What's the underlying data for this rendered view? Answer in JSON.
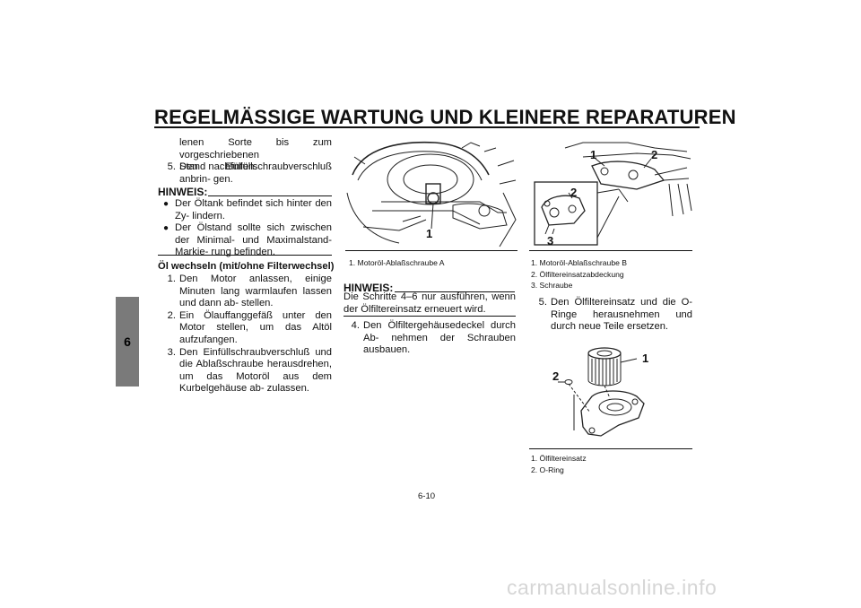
{
  "header": {
    "title": "REGELMÄSSIGE WARTUNG UND KLEINERE REPARATUREN",
    "chapter_tab": "6"
  },
  "col1": {
    "intro_line1": "lenen Sorte bis zum vorgeschriebenen",
    "intro_line2": "Stand nachfüllen.",
    "step5_num": "5.",
    "step5_text": "Den Einfüllschraubverschluß anbrin- gen.",
    "note_label": "HINWEIS:",
    "note_bullets": [
      "Der Öltank befindet sich hinter den Zy- lindern.",
      "Der Ölstand sollte sich zwischen der Minimal- und Maximalstand-Markie- rung befinden."
    ],
    "section_title": "Öl wechseln (mit/ohne Filterwechsel)",
    "steps": [
      {
        "num": "1.",
        "text": "Den Motor anlassen, einige Minuten lang warmlaufen lassen und dann ab- stellen."
      },
      {
        "num": "2.",
        "text": "Ein Ölauffanggefäß unter den Motor stellen, um das Altöl aufzufangen."
      },
      {
        "num": "3.",
        "text": "Den Einfüllschraubverschluß und die Ablaßschraube herausdrehen, um das Motoröl aus dem Kurbelgehäuse ab- zulassen."
      }
    ]
  },
  "col2": {
    "figure_callout": "1",
    "caption": "1. Motoröl-Ablaßschraube A",
    "note_label": "HINWEIS:",
    "note_text": "Die Schritte 4–6 nur ausführen, wenn der Ölfiltereinsatz erneuert wird.",
    "step4_num": "4.",
    "step4_text": "Den Ölfiltergehäusedeckel durch Ab- nehmen der Schrauben ausbauen."
  },
  "col3": {
    "fig1_callouts": [
      "1",
      "2",
      "2",
      "3"
    ],
    "fig1_captions": [
      "1. Motoröl-Ablaßschraube B",
      "2. Ölfiltereinsatzabdeckung",
      "3. Schraube"
    ],
    "step5_num": "5.",
    "step5_text": "Den Ölfiltereinsatz und die O-Ringe herausnehmen und durch neue Teile ersetzen.",
    "fig2_callouts": [
      "1",
      "2"
    ],
    "fig2_captions": [
      "1. Ölfiltereinsatz",
      "2. O-Ring"
    ]
  },
  "footer": {
    "page_number": "6-10",
    "watermark": "carmanualsonline.info"
  }
}
